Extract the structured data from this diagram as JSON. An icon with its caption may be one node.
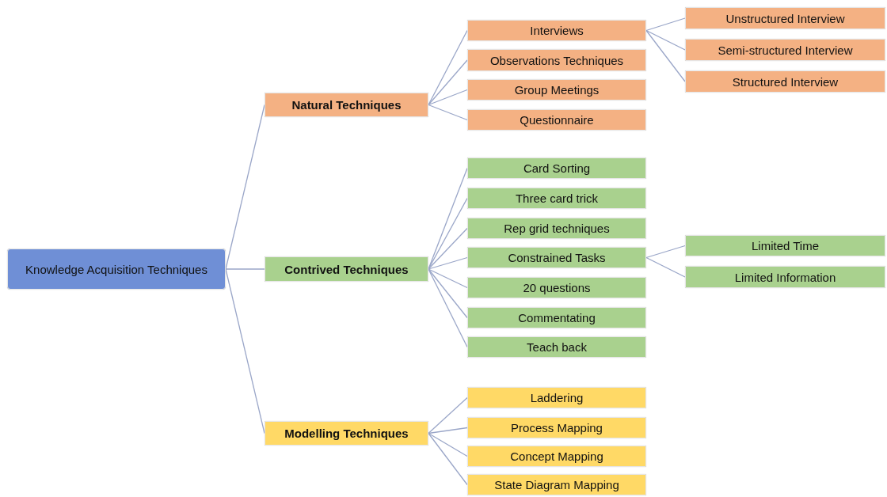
{
  "diagram": {
    "nodes": [
      {
        "text": [
          "Knowledge Acquisition Techniques"
        ]
      },
      {
        "text": [
          "Natural Techniques"
        ]
      },
      {
        "text": [
          "Interviews"
        ]
      },
      {
        "text": [
          "Unstructured Interview"
        ]
      },
      {
        "text": [
          "Semi-structured Interview"
        ]
      },
      {
        "text": [
          "Structured Interview"
        ]
      },
      {
        "text": [
          "Observations Techniques"
        ]
      },
      {
        "text": [
          "Group Meetings"
        ]
      },
      {
        "text": [
          "Questionnaire"
        ]
      },
      {
        "text": [
          "Contrived Techniques"
        ]
      },
      {
        "text": [
          "Card Sorting"
        ]
      },
      {
        "text": [
          "Three card trick"
        ]
      },
      {
        "text": [
          "Rep grid techniques"
        ]
      },
      {
        "text": [
          "Constrained Tasks"
        ]
      },
      {
        "text": [
          "Limited Time"
        ]
      },
      {
        "text": [
          "Limited Information"
        ]
      },
      {
        "text": [
          "20 questions"
        ]
      },
      {
        "text": [
          "Commentating"
        ]
      },
      {
        "text": [
          "Teach back"
        ]
      },
      {
        "text": [
          "Modelling Techniques"
        ]
      },
      {
        "text": [
          "Laddering"
        ]
      },
      {
        "text": [
          "Process Mapping"
        ]
      },
      {
        "text": [
          "Concept Mapping"
        ]
      },
      {
        "text": [
          "State Diagram Mapping"
        ]
      }
    ],
    "edges": [
      {
        "from": 0,
        "to": 1,
        "arrow": "none"
      },
      {
        "from": 0,
        "to": 9,
        "arrow": "none"
      },
      {
        "from": 0,
        "to": 19,
        "arrow": "none"
      },
      {
        "from": 1,
        "to": 2,
        "arrow": "none"
      },
      {
        "from": 1,
        "to": 6,
        "arrow": "none"
      },
      {
        "from": 1,
        "to": 7,
        "arrow": "none"
      },
      {
        "from": 1,
        "to": 8,
        "arrow": "none"
      },
      {
        "from": 2,
        "to": 3,
        "arrow": "none"
      },
      {
        "from": 2,
        "to": 4,
        "arrow": "none"
      },
      {
        "from": 2,
        "to": 5,
        "arrow": "none"
      },
      {
        "from": 9,
        "to": 10,
        "arrow": "none"
      },
      {
        "from": 9,
        "to": 11,
        "arrow": "none"
      },
      {
        "from": 9,
        "to": 12,
        "arrow": "none"
      },
      {
        "from": 9,
        "to": 13,
        "arrow": "none"
      },
      {
        "from": 9,
        "to": 16,
        "arrow": "none"
      },
      {
        "from": 9,
        "to": 17,
        "arrow": "none"
      },
      {
        "from": 9,
        "to": 18,
        "arrow": "none"
      },
      {
        "from": 13,
        "to": 14,
        "arrow": "none"
      },
      {
        "from": 13,
        "to": 15,
        "arrow": "none"
      },
      {
        "from": 19,
        "to": 20,
        "arrow": "none"
      },
      {
        "from": 19,
        "to": 21,
        "arrow": "none"
      },
      {
        "from": 19,
        "to": 22,
        "arrow": "none"
      },
      {
        "from": 19,
        "to": 23,
        "arrow": "none"
      }
    ]
  }
}
